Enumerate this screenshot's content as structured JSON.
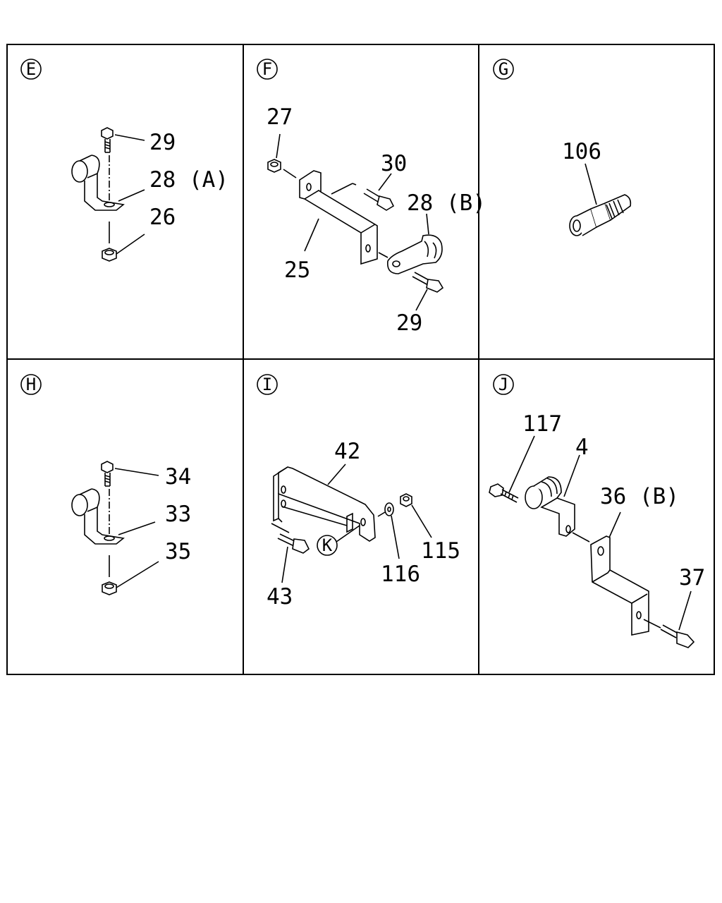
{
  "diagram": {
    "panels": [
      {
        "letter": "E",
        "labels": [
          "29",
          "28 (A)",
          "26"
        ]
      },
      {
        "letter": "F",
        "labels": [
          "27",
          "30",
          "28 (B)",
          "25",
          "29"
        ]
      },
      {
        "letter": "G",
        "labels": [
          "106"
        ]
      },
      {
        "letter": "H",
        "labels": [
          "34",
          "33",
          "35"
        ]
      },
      {
        "letter": "I",
        "labels": [
          "42",
          "K",
          "115",
          "116",
          "43"
        ]
      },
      {
        "letter": "J",
        "labels": [
          "117",
          "4",
          "36 (B)",
          "37"
        ]
      }
    ]
  }
}
